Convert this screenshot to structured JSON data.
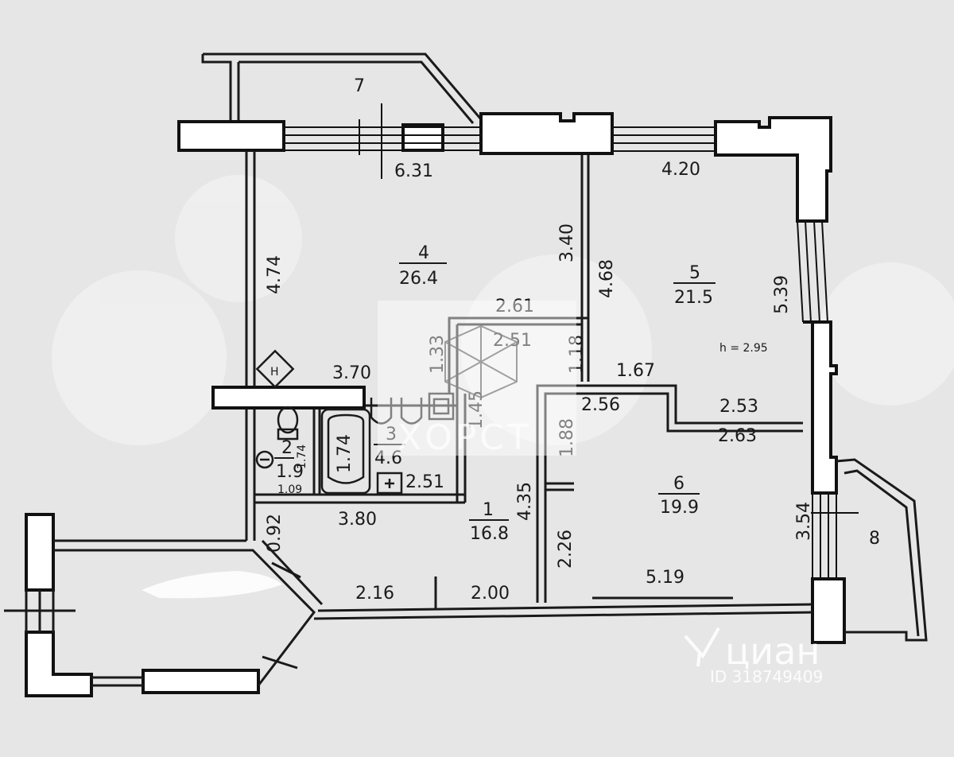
{
  "rooms": [
    {
      "id": "1",
      "number": "1",
      "area": "16.8"
    },
    {
      "id": "2",
      "number": "2",
      "area": "1.9"
    },
    {
      "id": "3",
      "number": "3",
      "area": "4.6"
    },
    {
      "id": "4",
      "number": "4",
      "area": "26.4"
    },
    {
      "id": "5",
      "number": "5",
      "area": "21.5"
    },
    {
      "id": "6",
      "number": "6",
      "area": "19.9"
    },
    {
      "id": "7",
      "number": "7"
    },
    {
      "id": "8",
      "number": "8"
    }
  ],
  "dimensions": {
    "d631": "6.31",
    "d420": "4.20",
    "d474": "4.74",
    "d340": "3.40",
    "d468": "4.68",
    "d539": "5.39",
    "d261": "2.61",
    "d251a": "2.51",
    "d133": "1.33",
    "d118": "1.18",
    "d167": "1.67",
    "d370": "3.70",
    "d145": "1.45",
    "d256": "2.56",
    "d253": "2.53",
    "d263": "2.63",
    "d174a": "1.74",
    "d174b": "1.74",
    "d251b": "2.51",
    "d188": "1.88",
    "d109": "1.09",
    "d092": "0.92",
    "d380": "3.80",
    "d435": "4.35",
    "d354": "3.54",
    "d226": "2.26",
    "d519": "5.19",
    "d216": "2.16",
    "d200": "2.00"
  },
  "ceiling_height": "h = 2.95",
  "watermarks": {
    "center_brand": "ХОРСТ",
    "cian_brand": "циан",
    "listing_id": "ID 318749409"
  }
}
